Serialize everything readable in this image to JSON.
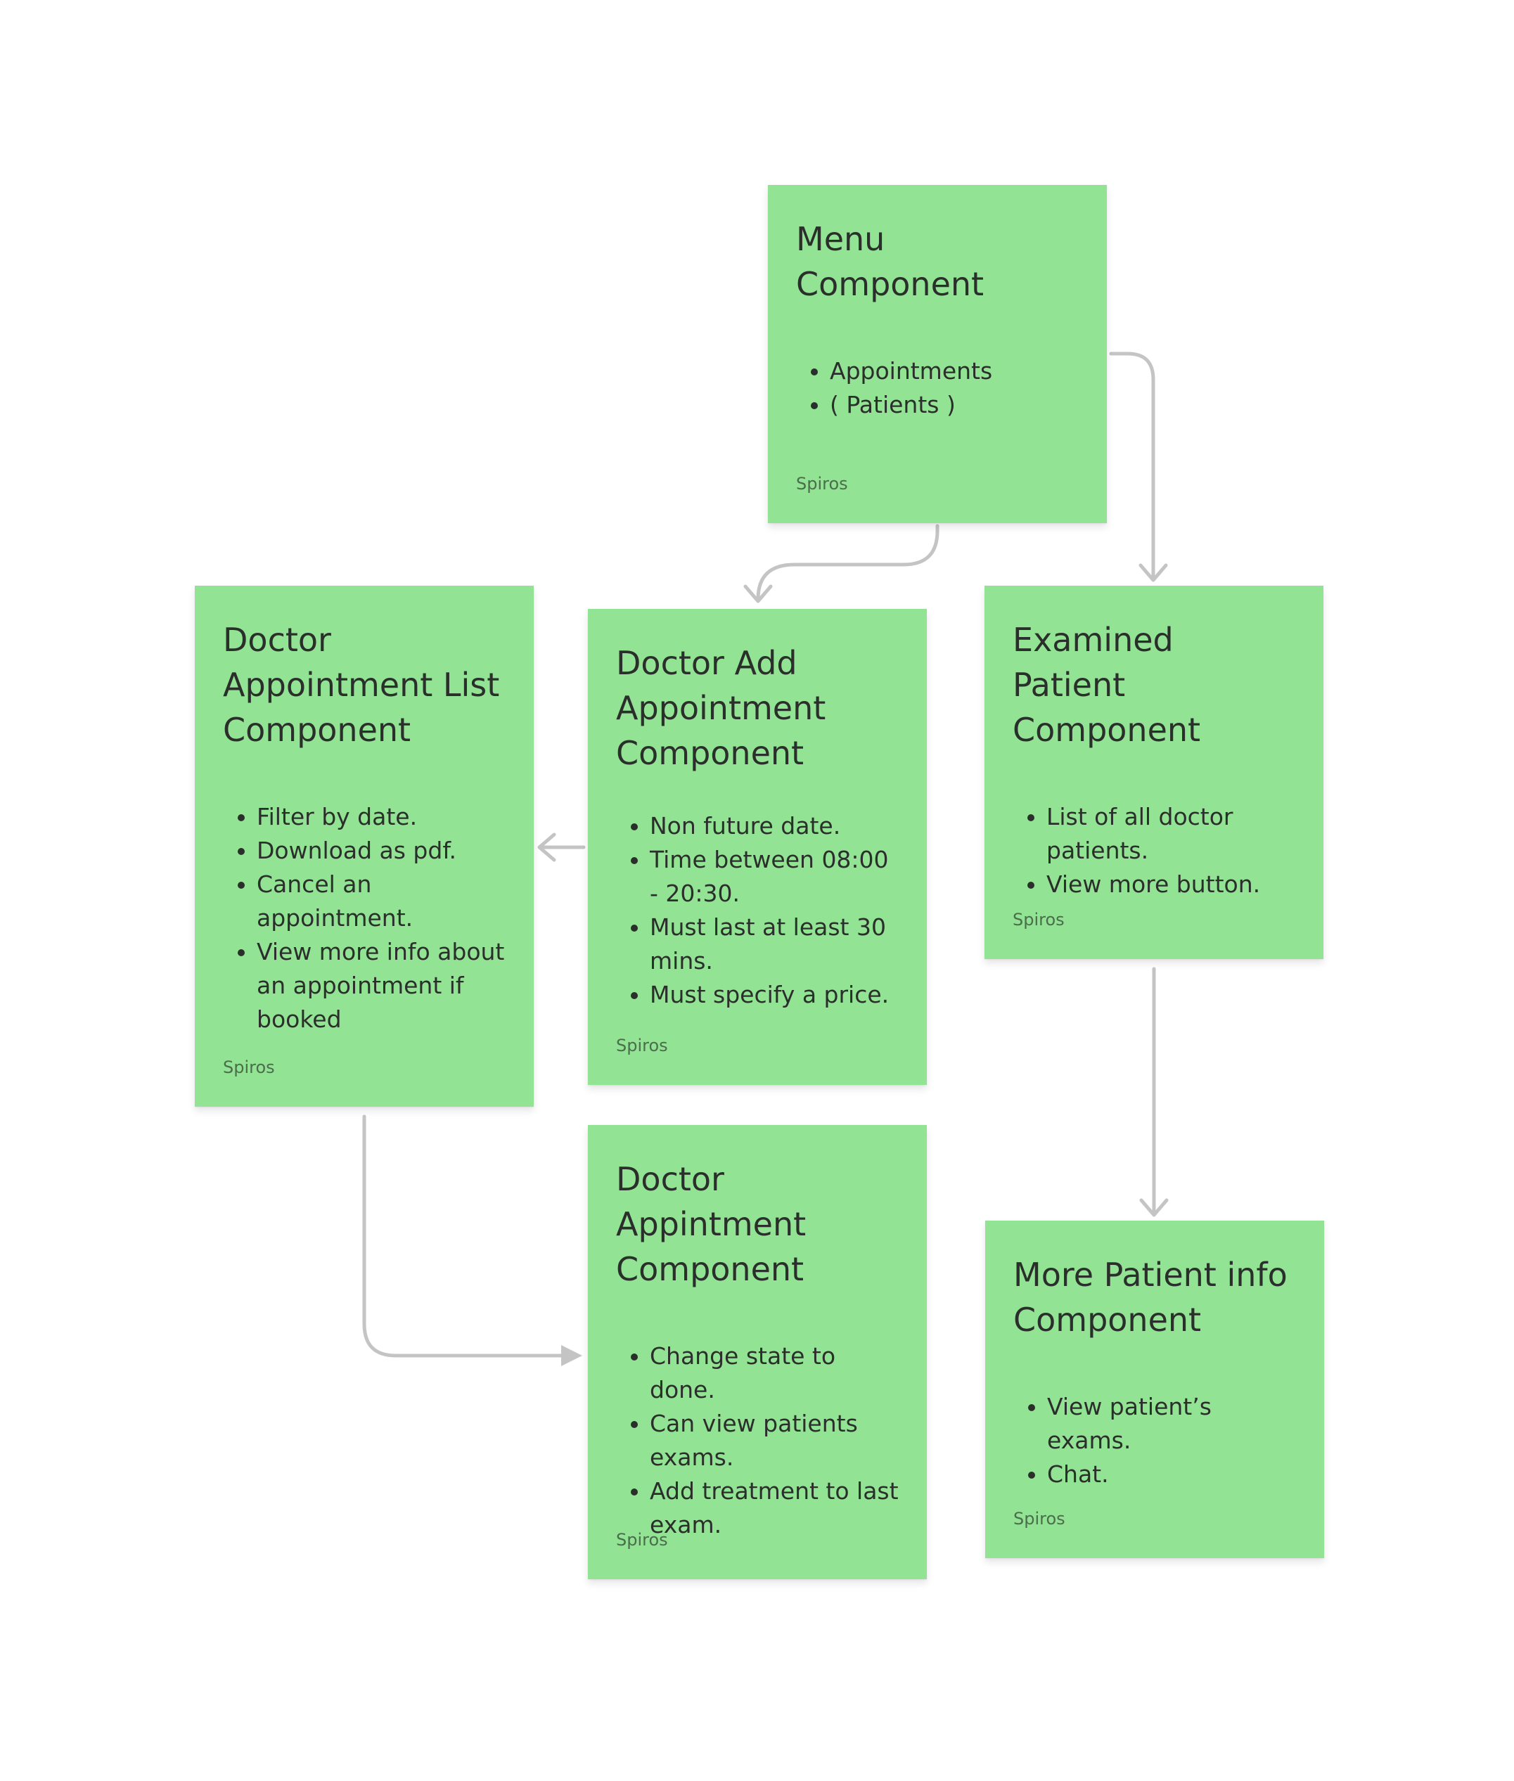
{
  "board": {
    "sticky_color": "#92e393",
    "connector_color": "#c4c4c4"
  },
  "notes": {
    "menu": {
      "title": "Menu Component",
      "items": [
        "Appointments",
        "( Patients )"
      ],
      "author": "Spiros"
    },
    "appointment_list": {
      "title": "Doctor Appointment List Component",
      "items": [
        "Filter by date.",
        "Download as pdf.",
        "Cancel an appointment.",
        "View more info about an appointment if booked"
      ],
      "author": "Spiros"
    },
    "add_appointment": {
      "title": "Doctor Add Appointment Component",
      "items": [
        "Non future date.",
        "Time between 08:00 - 20:30.",
        "Must last at least 30 mins.",
        "Must specify a price."
      ],
      "author": "Spiros"
    },
    "examined_patient": {
      "title": "Examined Patient Component",
      "items": [
        "List of all doctor patients.",
        "View more button."
      ],
      "author": "Spiros"
    },
    "appointment": {
      "title": "Doctor Appintment Component",
      "items": [
        "Change state to done.",
        "Can view patients exams.",
        "Add treatment to last exam."
      ],
      "author": "Spiros"
    },
    "more_patient_info": {
      "title": "More Patient info Component",
      "items": [
        "View patient’s exams.",
        "Chat."
      ],
      "author": "Spiros"
    }
  }
}
